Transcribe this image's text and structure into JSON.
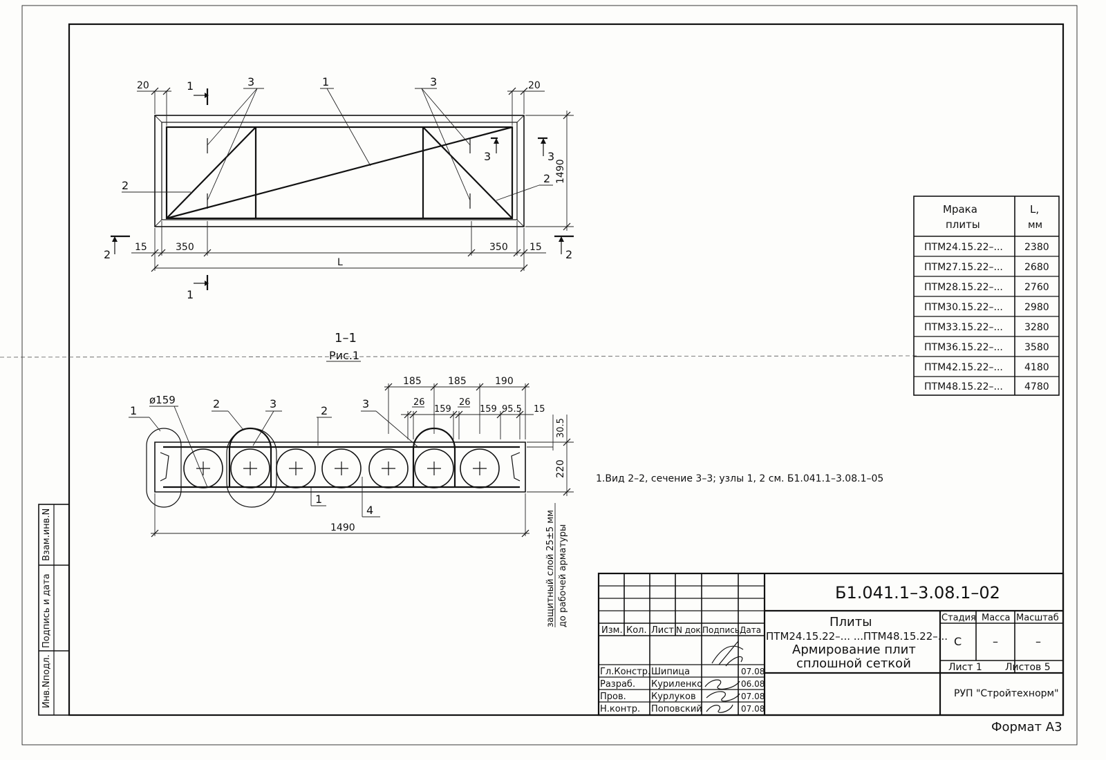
{
  "plan": {
    "dims": {
      "left_20": "20",
      "right_20": "20",
      "left_15": "15",
      "left_350": "350",
      "right_350": "350",
      "right_15": "15",
      "length": "L",
      "height": "1490"
    },
    "section_marks": {
      "s1_top": "1",
      "s1_bottom": "1",
      "s2_left": "2",
      "s2_right": "2",
      "s3_inner": "3",
      "s3_outer": "3"
    },
    "callouts": {
      "c1": "1",
      "c2_left": "2",
      "c2_right": "2",
      "c3_left": "3",
      "c3_right": "3"
    }
  },
  "section_title": "1–1",
  "figure_caption": "Рис.1",
  "section": {
    "dims": {
      "d185a": "185",
      "d185b": "185",
      "d190": "190",
      "d26a": "26",
      "d26b": "26",
      "d159a": "159",
      "d159b": "159",
      "d95": "95.5",
      "d15": "15",
      "d30": "30.5",
      "d220": "220",
      "d1490": "1490",
      "diameter": "ø159"
    },
    "callouts": {
      "c1_node": "1",
      "c2_left": "2",
      "c3_left": "3",
      "c2_mid": "2",
      "c3_right": "3",
      "c1_bottom": "1",
      "c4": "4"
    },
    "cover_note_line1": "защитный слой 25±5 мм",
    "cover_note_line2": "до рабочей арматуры"
  },
  "note": "1.Вид 2–2, сечение 3–3; узлы 1, 2 см. Б1.041.1–3.08.1–05",
  "mark_table": {
    "header_mark_l1": "Мрака",
    "header_mark_l2": "плиты",
    "header_len_l1": "L,",
    "header_len_l2": "мм",
    "rows": [
      {
        "mark": "ПТМ24.15.22–...",
        "len": "2380"
      },
      {
        "mark": "ПТМ27.15.22–...",
        "len": "2680"
      },
      {
        "mark": "ПТМ28.15.22–...",
        "len": "2760"
      },
      {
        "mark": "ПТМ30.15.22–...",
        "len": "2980"
      },
      {
        "mark": "ПТМ33.15.22–...",
        "len": "3280"
      },
      {
        "mark": "ПТМ36.15.22–...",
        "len": "3580"
      },
      {
        "mark": "ПТМ42.15.22–...",
        "len": "4180"
      },
      {
        "mark": "ПТМ48.15.22–...",
        "len": "4780"
      }
    ]
  },
  "side_stamp": {
    "inv_orig": "Инв.Nподл.",
    "sign_date": "Подпись и дата",
    "inv_repl": "Взам.инв.N"
  },
  "title_block": {
    "doc_code": "Б1.041.1–3.08.1–02",
    "hdr_izm": "Изм.",
    "hdr_kol": "Кол.",
    "hdr_list": "Лист",
    "hdr_ndok": "N док.",
    "hdr_sign": "Подпись",
    "hdr_date": "Дата",
    "title_l1": "Плиты",
    "title_l2": "ПТМ24.15.22–... ...ПТМ48.15.22–...",
    "title_l3": "Армирование плит",
    "title_l4": "сплошной сеткой",
    "stage_hdr": "Стадия",
    "mass_hdr": "Масса",
    "scale_hdr": "Масштаб",
    "stage_val": "С",
    "mass_val": "–",
    "scale_val": "–",
    "sheet": "Лист 1",
    "sheets": "Листов 5",
    "org": "РУП \"Стройтехнорм\"",
    "people": [
      {
        "role": "Гл.Констр.",
        "name": "Шипица",
        "date": "07.08"
      },
      {
        "role": "Разраб.",
        "name": "Куриленко",
        "date": "06.08"
      },
      {
        "role": "Пров.",
        "name": "Курлуков",
        "date": "07.08"
      },
      {
        "role": "Н.контр.",
        "name": "Поповский",
        "date": "07.08"
      }
    ]
  },
  "format_label": "Формат А3"
}
